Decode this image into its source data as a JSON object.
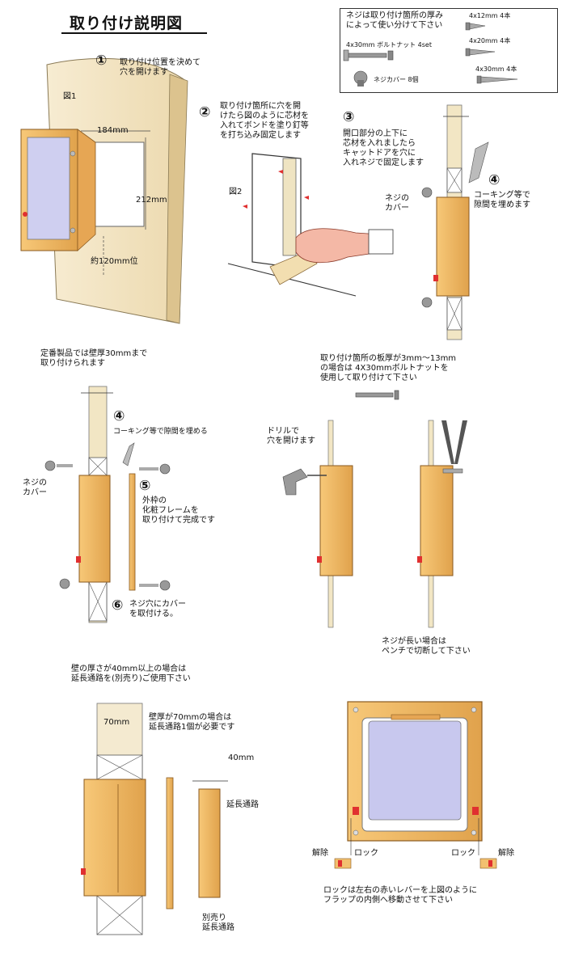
{
  "title": "取り付け説明図",
  "legend": {
    "heading": "ネジは取り付け箇所の厚み\nによって使い分けて下さい",
    "bolt_nut": "4x30mm ボルトナット 4set",
    "cover": "ネジカバー 8個",
    "screw_12": "4x12mm 4本",
    "screw_20": "4x20mm 4本",
    "screw_30": "4x30mm 4本"
  },
  "steps": {
    "s1_num": "①",
    "s1_text": "取り付け位置を決めて\n穴を開けます",
    "fig1": "図1",
    "dim_width": "184mm",
    "dim_height": "212mm",
    "dim_floor": "約120mm位",
    "s2_num": "②",
    "s2_text": "取り付け箇所に穴を開\nけたら図のように芯材を\n入れてボンドを塗り釘等\nを打ち込み固定します",
    "fig2": "図2",
    "s3_num": "③",
    "s3_text": "開口部分の上下に\n芯材を入れましたら\nキャットドアを穴に\n入れネジで固定します",
    "s4_num": "④",
    "s4_text": "コーキング等で\n隙間を埋めます",
    "screw_cover_label": "ネジの\nカバー"
  },
  "middle_left": {
    "note": "定番製品では壁厚30mmまで\n取り付けられます",
    "s4_num": "④",
    "s4_text": "コーキング等で隙間を埋める",
    "screw_cover_label": "ネジの\nカバー",
    "s5_num": "⑤",
    "s5_text": "外枠の\n化粧フレームを\n取り付けて完成です",
    "s6_num": "⑥",
    "s6_text": "ネジ穴にカバー\nを取付ける。"
  },
  "middle_right": {
    "note": "取り付け箇所の板厚が3mm～13mm\nの場合は 4X30mmボルトナットを\n使用して取り付けて下さい",
    "drill": "ドリルで\n穴を開けます",
    "long_screw": "ネジが長い場合は\nペンチで切断して下さい"
  },
  "bottom_left": {
    "note": "壁の厚さが40mm以上の場合は\n延長通路を(別売り)ご使用下さい",
    "dim70": "70mm",
    "note70": "壁厚が70mmの場合は\n延長通路1個が必要です",
    "dim40": "40mm",
    "ext_label": "延長通路",
    "sold_sep": "別売り\n延長通路"
  },
  "bottom_right": {
    "release_left": "解除",
    "lock_left": "ロック",
    "lock_right": "ロック",
    "release_right": "解除",
    "lock_note": "ロックは左右の赤いレバーを上図のように\nフラップの内側へ移動させて下さい"
  },
  "colors": {
    "frame": "#f0b860",
    "frame_dark": "#b07a2a",
    "wall": "#f4e6c4",
    "flap": "#c8c8ee",
    "lever": "#e03030",
    "screw": "#8a8a8a"
  }
}
